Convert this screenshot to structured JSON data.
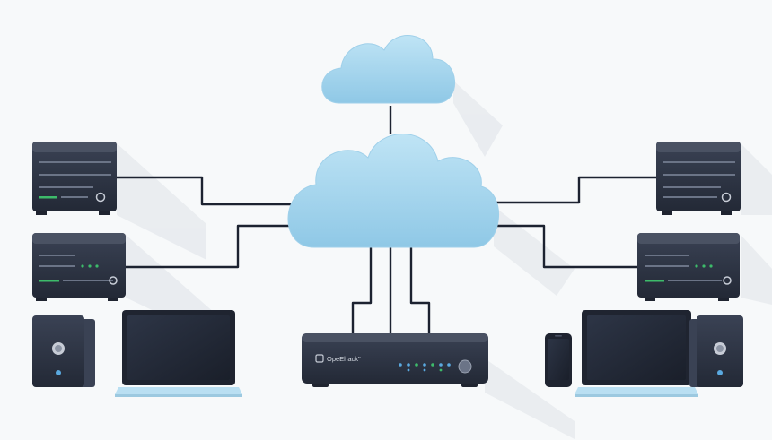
{
  "colors": {
    "background": "#f7f9fa",
    "cloud": "#a9d9ef",
    "cloud_shade": "#8fc8e6",
    "device_body": "#2b3140",
    "device_dark": "#1f2430",
    "device_top": "#4a5263",
    "wire": "#1c2230",
    "led_green": "#3dbb6a",
    "led_blue": "#5aa9e0",
    "laptop_base": "#b9dff2"
  },
  "diagram": {
    "router_label": "OpeEhack\"",
    "cloud_top": {
      "icon": "cloud-icon"
    },
    "cloud_main": {
      "icon": "cloud-icon"
    },
    "devices": [
      {
        "kind": "server",
        "side": "left",
        "icon": "server-icon"
      },
      {
        "kind": "server",
        "side": "left",
        "icon": "server-icon"
      },
      {
        "kind": "desktop-tower",
        "side": "left",
        "icon": "desktop-tower-icon"
      },
      {
        "kind": "laptop",
        "side": "left",
        "icon": "laptop-icon"
      },
      {
        "kind": "router",
        "side": "center",
        "icon": "router-icon"
      },
      {
        "kind": "smartphone",
        "side": "right",
        "icon": "smartphone-icon"
      },
      {
        "kind": "laptop",
        "side": "right",
        "icon": "laptop-icon"
      },
      {
        "kind": "desktop-tower",
        "side": "right",
        "icon": "desktop-tower-icon"
      },
      {
        "kind": "server",
        "side": "right",
        "icon": "server-icon"
      },
      {
        "kind": "server",
        "side": "right",
        "icon": "server-icon"
      }
    ]
  }
}
